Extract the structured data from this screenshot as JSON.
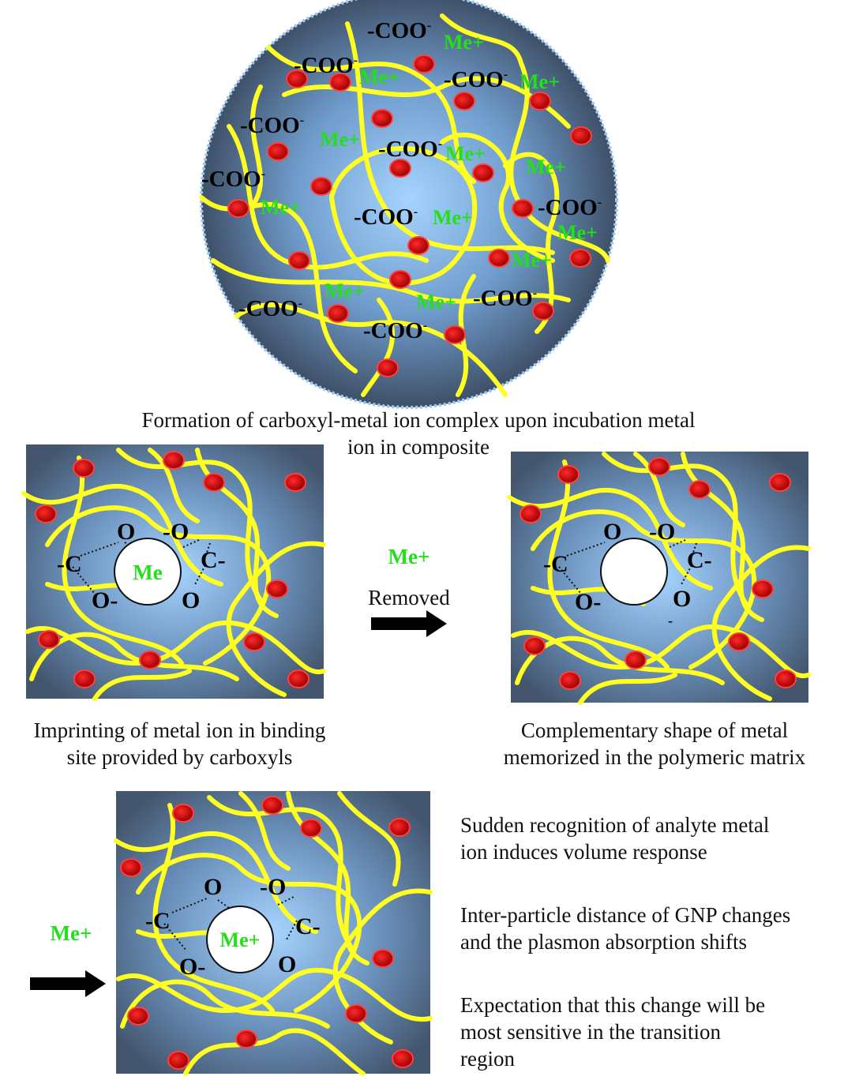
{
  "top": {
    "groups": [
      "-COO",
      "-COO",
      "-COO",
      "-COO",
      "-COO",
      "-COO",
      "-COO",
      "-COO",
      "-COO",
      "-COO",
      "-COO"
    ],
    "ion_labels": [
      "Me+",
      "Me+",
      "Me+",
      "Me+",
      "Me+",
      "Me+",
      "Me+",
      "Me+",
      "Me+",
      "Me+",
      "Me+",
      "Me+"
    ],
    "charge": "-",
    "caption_line1": "Formation of carboxyl-metal ion complex upon incubation metal",
    "caption_line2": "ion in composite"
  },
  "site": {
    "atom_c_left": "-C",
    "atom_o_upper_left": "O",
    "atom_o_upper_right": "-O",
    "atom_c_right": "C-",
    "atom_o_lower_left": "O-",
    "atom_o_lower_right": "O",
    "charge": "-"
  },
  "left_panel": {
    "center_label": "Me",
    "caption_line1": "Imprinting of metal ion in binding",
    "caption_line2": "site provided by carboxyls"
  },
  "middle": {
    "ion_label": "Me+",
    "action_label": "Removed"
  },
  "right_panel": {
    "caption_line1": "Complementary shape of metal",
    "caption_line2": "memorized in the polymeric matrix"
  },
  "bottom_panel": {
    "center_label": "Me+",
    "incoming_label": "Me+"
  },
  "notes": {
    "note1_line1": "Sudden recognition of analyte metal",
    "note1_line2": "ion induces volume response",
    "note2_line1": "Inter-particle distance of GNP changes",
    "note2_line2": "and the plasmon absorption shifts",
    "note3_line1": "Expectation that this change will be",
    "note3_line2": "most sensitive in the transition",
    "note3_line3": "region"
  },
  "colors": {
    "polymer_chain": "#ffff22",
    "nanoparticle": "#d40000",
    "metal_label": "#22e01a",
    "matrix_center": "#9fd0ff",
    "matrix_edge": "#4a5d76"
  }
}
